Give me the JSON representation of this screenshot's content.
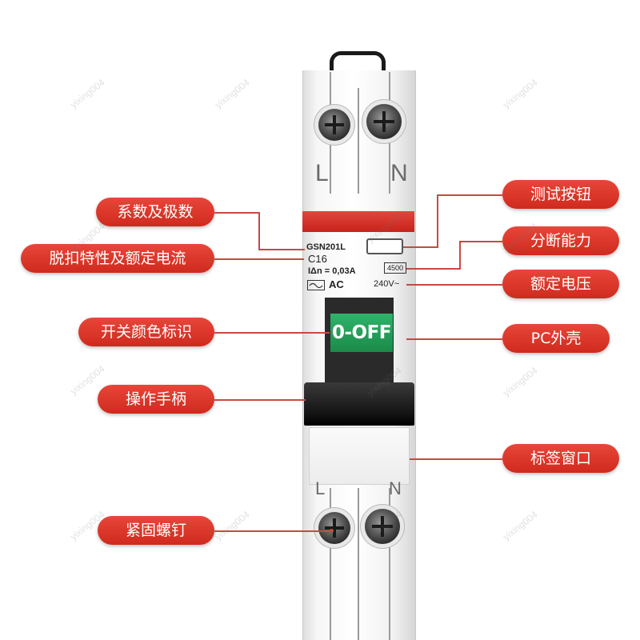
{
  "breaker": {
    "terminal_top_left": "L",
    "terminal_top_right": "N",
    "terminal_bottom_left": "L",
    "terminal_bottom_right": "N",
    "model": "GSN201L",
    "curve": "C16",
    "residual_current": "IΔn = 0,03A",
    "type": "AC",
    "breaking_capacity": "4500",
    "voltage": "240V~",
    "handle_indicator": "0-OFF"
  },
  "callouts": {
    "left": [
      "系数及极数",
      "脱扣特性及额定电流",
      "开关颜色标识",
      "操作手柄",
      "紧固螺钉"
    ],
    "right": [
      "测试按钮",
      "分断能力",
      "额定电压",
      "PC外壳",
      "标签窗口"
    ]
  },
  "watermark_text": "yixing004",
  "colors": {
    "callout_red": "#d8352a",
    "indicator_green": "#23a05a",
    "band_red": "#d3322a"
  }
}
